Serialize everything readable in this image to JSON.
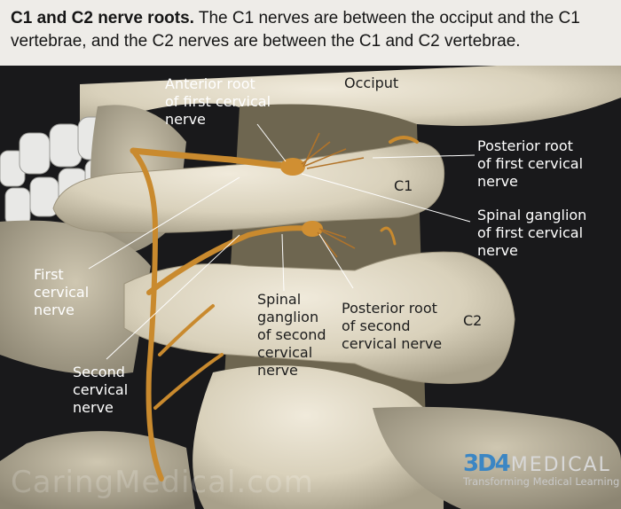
{
  "caption": {
    "title": "C1 and C2 nerve roots.",
    "text": " The C1 nerves are between the occiput and the C1 vertebrae, and the C2 nerves are between the C1 and C2 vertebrae."
  },
  "labels": {
    "occiput": "Occiput",
    "anterior_root_first": "Anterior root\nof first cervical\nnerve",
    "posterior_root_first": "Posterior root\nof first cervical\nnerve",
    "c1": "C1",
    "spinal_ganglion_first": "Spinal ganglion\nof first cervical\nnerve",
    "first_cervical_nerve": "First\ncervical\nnerve",
    "spinal_ganglion_second": "Spinal\nganglion\nof second\ncervical\nnerve",
    "posterior_root_second": "Posterior root\nof second\ncervical nerve",
    "c2": "C2",
    "second_cervical_nerve": "Second\ncervical\nnerve"
  },
  "watermark": "CaringMedical.com",
  "logo": {
    "mark": "3D4",
    "brand": "MEDICAL",
    "tagline": "Transforming Medical Learning"
  },
  "colors": {
    "background": "#1a1a1c",
    "bone": "#e3dcc8",
    "nerve": "#c98a2e",
    "caption_bar": "#eeece8"
  }
}
